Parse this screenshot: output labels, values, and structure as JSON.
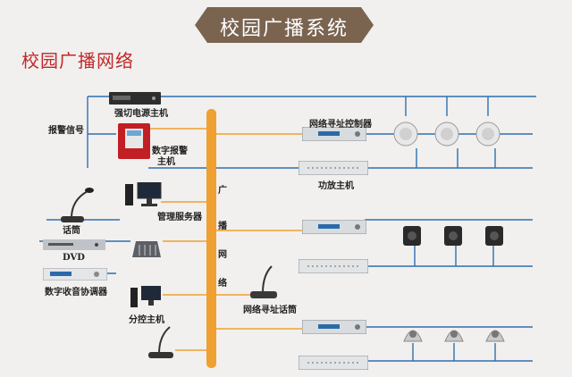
{
  "header": {
    "title": "校园广播系统",
    "subtitle": "校园广播网络"
  },
  "colors": {
    "banner": "#7a6450",
    "subtitle": "#c0282a",
    "bus": "#f0a030",
    "cable": "#2f6fb0",
    "orange_line": "#f0a030"
  },
  "labels": {
    "power_host": "强切电源主机",
    "alarm_signal": "报警信号",
    "digital_alarm": "数字报警",
    "digital_alarm_2": "主机",
    "management_server": "管理服务器",
    "microphone": "话筒",
    "dvd": "DVD",
    "tuner": "数字收音协调器",
    "sub_control": "分控主机",
    "broadcast_network": [
      "广",
      "播",
      "网",
      "络"
    ],
    "net_controller": "网络寻址控制器",
    "amplifier": "功放主机",
    "net_paging_mic": "网络寻址话筒"
  },
  "icons": [
    "rack-unit-icon",
    "alarm-panel-icon",
    "computer-icon",
    "gooseneck-mic-icon",
    "dvd-player-icon",
    "mixer-icon",
    "ceiling-speaker-icon",
    "wall-speaker-icon",
    "horn-speaker-icon"
  ]
}
